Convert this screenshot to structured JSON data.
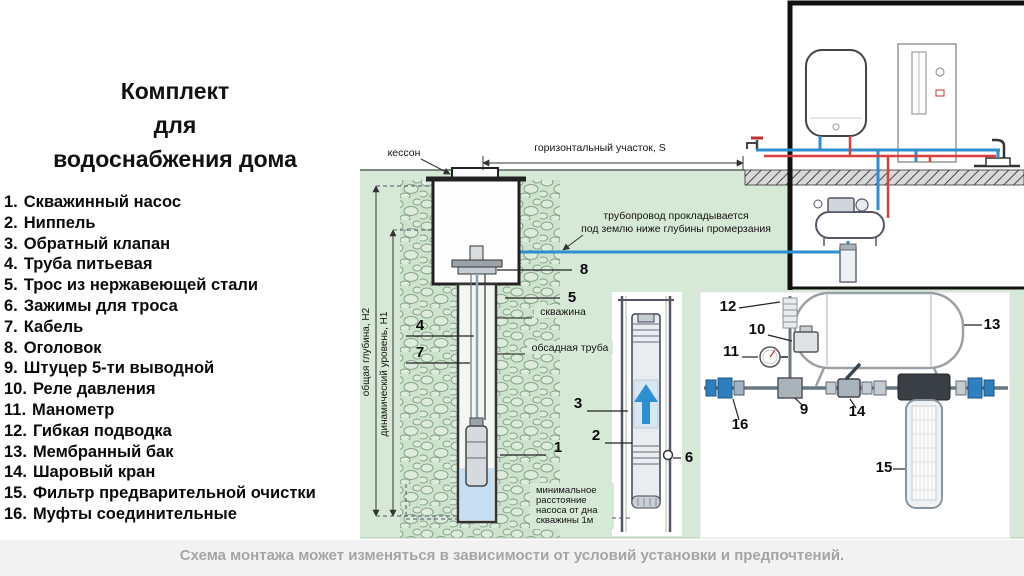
{
  "title": {
    "lines": [
      "Комплект",
      "для",
      "водоснабжения дома"
    ]
  },
  "parts": [
    {
      "num": "1.",
      "label": "Скважинный насос"
    },
    {
      "num": "2.",
      "label": "Ниппель"
    },
    {
      "num": "3.",
      "label": "Обратный клапан"
    },
    {
      "num": "4.",
      "label": "Труба питьевая"
    },
    {
      "num": "5.",
      "label": "Трос из нержавеющей стали"
    },
    {
      "num": "6.",
      "label": "Зажимы для троса"
    },
    {
      "num": "7.",
      "label": "Кабель"
    },
    {
      "num": "8.",
      "label": "Оголовок"
    },
    {
      "num": "9.",
      "label": "Штуцер 5-ти выводной"
    },
    {
      "num": "10.",
      "label": "Реле давления"
    },
    {
      "num": "11.",
      "label": "Манометр"
    },
    {
      "num": "12.",
      "label": "Гибкая подводка"
    },
    {
      "num": "13.",
      "label": "Мембранный бак"
    },
    {
      "num": "14.",
      "label": "Шаровый кран"
    },
    {
      "num": "15.",
      "label": "Фильтр предварительной очистки"
    },
    {
      "num": "16.",
      "label": "Муфты соединительные"
    }
  ],
  "diagram": {
    "nums": [
      "1",
      "2",
      "3",
      "4",
      "5",
      "6",
      "7",
      "8",
      "9",
      "10",
      "11",
      "12",
      "13",
      "14",
      "15",
      "16"
    ],
    "labels": {
      "kesson": "кессон",
      "horizontal_run": "горизонтальный участок, S",
      "borehole": "скважина",
      "casing": "обсадная труба",
      "total_depth": "общая глубина, Н2",
      "dynamic_level": "динамический уровень, Н1"
    },
    "pipeline_note": [
      "трубопровод прокладывается",
      "под землю ниже глубины промерзания"
    ],
    "min_distance_note": [
      "минимальное",
      "расстояние",
      "насоса от дна",
      "скважины 1м"
    ]
  },
  "footer": "Схема монтажа может изменяться в зависимости от условий установки и предпочтений.",
  "colors": {
    "ground_green": "#d6e9d6",
    "pipe_cold": "#2e8fd0",
    "pipe_hot": "#d84040",
    "water": "#c6e0f2",
    "footer_text": "#a5a5a5"
  }
}
